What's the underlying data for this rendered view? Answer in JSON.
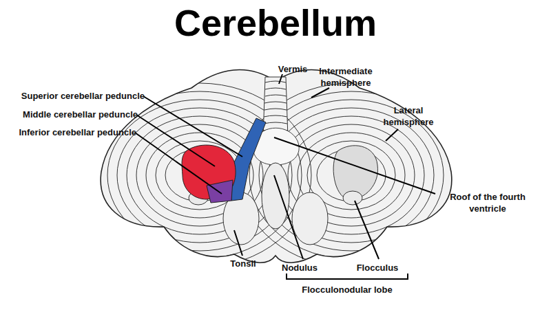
{
  "diagram": {
    "title": "Cerebellum",
    "labels": [
      "Vermis",
      "Intermediate hemisphere",
      "Lateral hemisphere",
      "Superior cerebellar peduncle",
      "Middle cerebellar peduncle",
      "Inferior cerebellar peduncle",
      "Roof of the fourth ventricle",
      "Tonsil",
      "Nodulus",
      "Flocculus",
      "Flocculonodular lobe"
    ]
  }
}
